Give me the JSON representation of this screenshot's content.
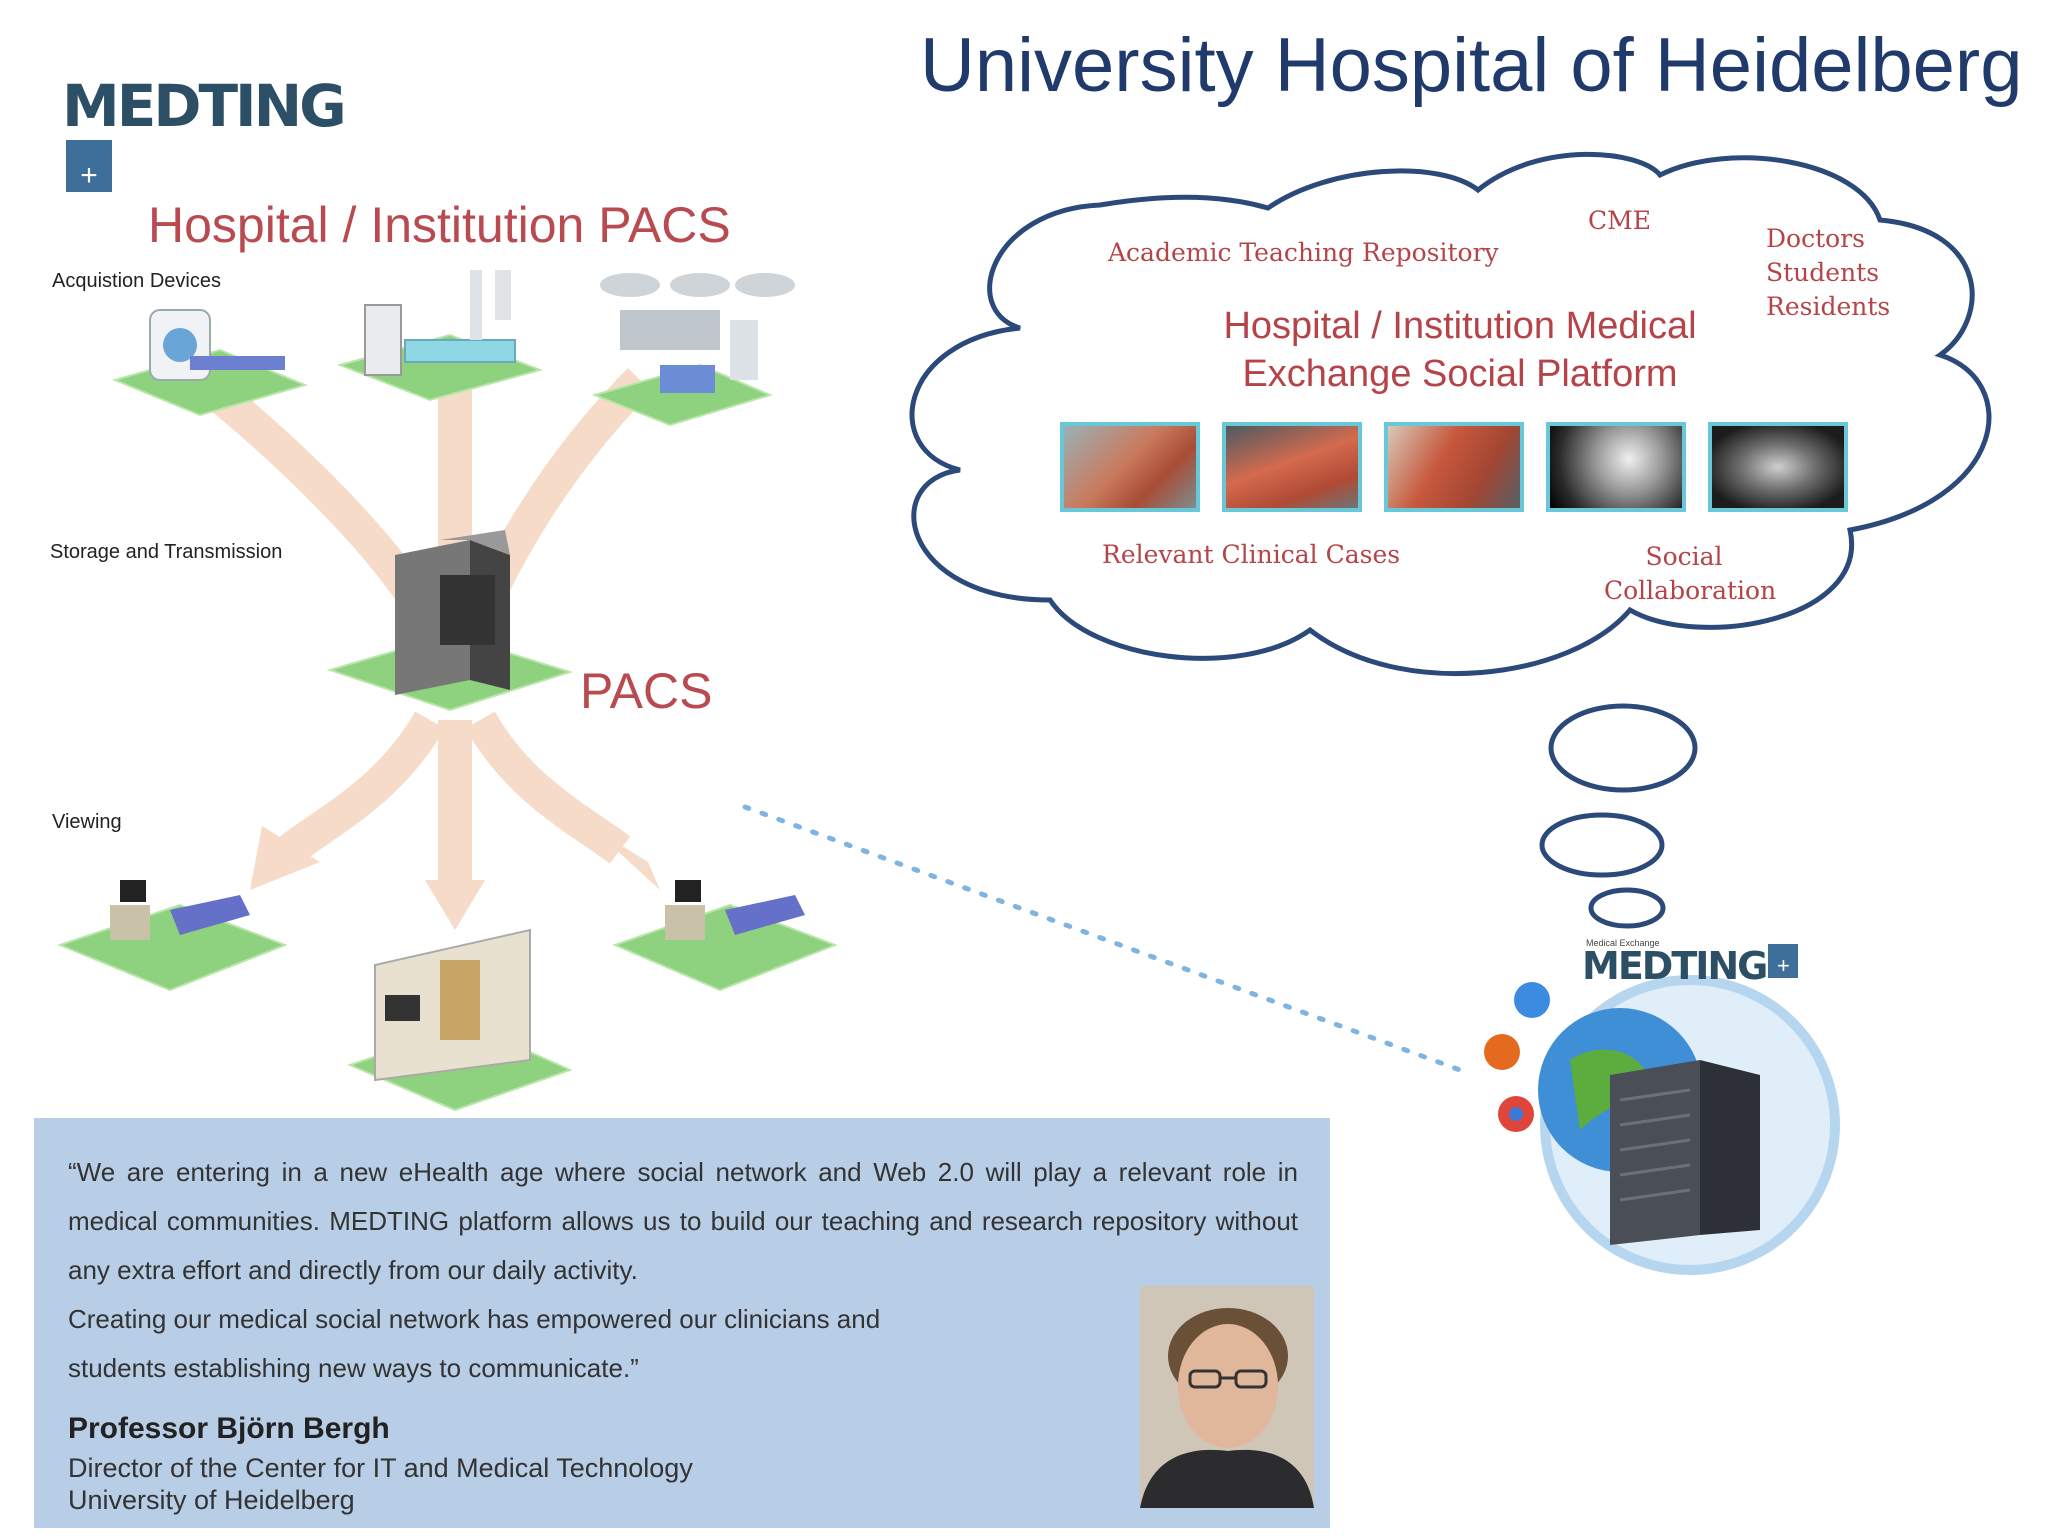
{
  "header": {
    "title": "University Hospital of Heidelberg",
    "logo_text": "MEDTING",
    "logo_plus": "+"
  },
  "pacs": {
    "title": "Hospital / Institution PACS",
    "center_label": "PACS",
    "sections": {
      "acquisition": "Acquistion Devices",
      "storage": "Storage and Transmission",
      "viewing": "Viewing"
    }
  },
  "cloud": {
    "repository": "Academic  Teaching Repository",
    "cme": "CME",
    "audience": [
      "Doctors",
      "Students",
      "Residents"
    ],
    "platform_line1": "Hospital / Institution Medical",
    "platform_line2": "Exchange Social Platform",
    "clinical_cases": "Relevant Clinical Cases",
    "social_line1": "Social",
    "social_line2": "Collaboration"
  },
  "server_logo": {
    "tagline": "Medical Exchange",
    "text": "MEDTING",
    "plus": "+"
  },
  "quote": {
    "lines": [
      "“We are entering in a new eHealth age where social network and Web 2.0 will play a relevant role in",
      "medical communities. MEDTING platform allows us to build our teaching and research repository without",
      "any extra effort and directly from our daily activity.",
      "Creating our medical social network has empowered our clinicians and",
      "students establishing new ways to communicate.”"
    ],
    "author": "Professor Björn Bergh",
    "role": "Director of the Center for IT and Medical Technology",
    "institution": "University of Heidelberg"
  },
  "colors": {
    "title_blue": "#1f3a6b",
    "accent_red": "#b84a50",
    "cloud_outline": "#2b4a7a",
    "quote_bg": "#b8cde6",
    "floor_green": "#8ed17e",
    "arrow_peach": "#f6dcc8",
    "thumb_border": "#69c8d8"
  }
}
